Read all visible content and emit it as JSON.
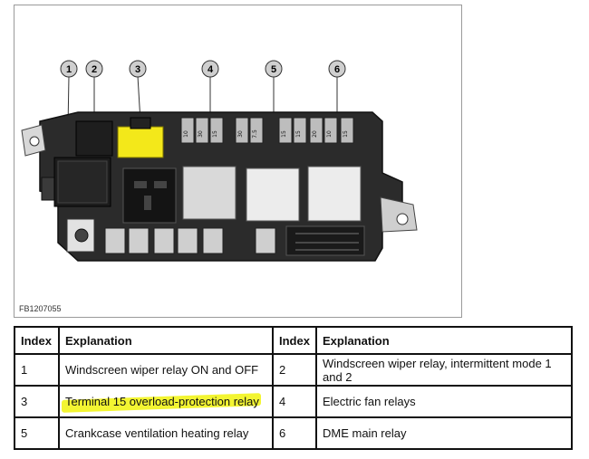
{
  "figure": {
    "code": "FB1207055",
    "callouts": [
      "1",
      "2",
      "3",
      "4",
      "5",
      "6"
    ],
    "fuse_labels": [
      "10",
      "30",
      "15",
      "30",
      "7.5",
      "15",
      "15",
      "20",
      "10",
      "15"
    ],
    "colors": {
      "housing": "#2b2b2b",
      "highlight": "#f3e81a",
      "relay_light": "#d9d9d9",
      "relay_white": "#ececec"
    }
  },
  "table": {
    "headers": [
      "Index",
      "Explanation",
      "Index",
      "Explanation"
    ],
    "rows": [
      {
        "idx1": "1",
        "exp1": "Windscreen wiper relay ON and OFF",
        "idx2": "2",
        "exp2": "Windscreen wiper relay, intermittent mode 1 and 2"
      },
      {
        "idx1": "3",
        "exp1": "Terminal 15 overload-protection relay",
        "idx2": "4",
        "exp2": "Electric fan relays"
      },
      {
        "idx1": "5",
        "exp1": "Crankcase ventilation heating relay",
        "idx2": "6",
        "exp2": "DME main relay"
      }
    ]
  }
}
